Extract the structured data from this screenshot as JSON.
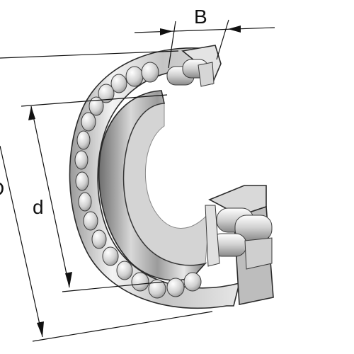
{
  "diagram": {
    "labels": {
      "width": "B",
      "bore": "d",
      "outer": "D"
    },
    "colors": {
      "background": "#ffffff",
      "outline": "#2b2b2b",
      "metal_light": "#f2f2f2",
      "metal_mid": "#cfcfcf",
      "metal_dark": "#8c8c8c",
      "dimension": "#111111"
    }
  }
}
